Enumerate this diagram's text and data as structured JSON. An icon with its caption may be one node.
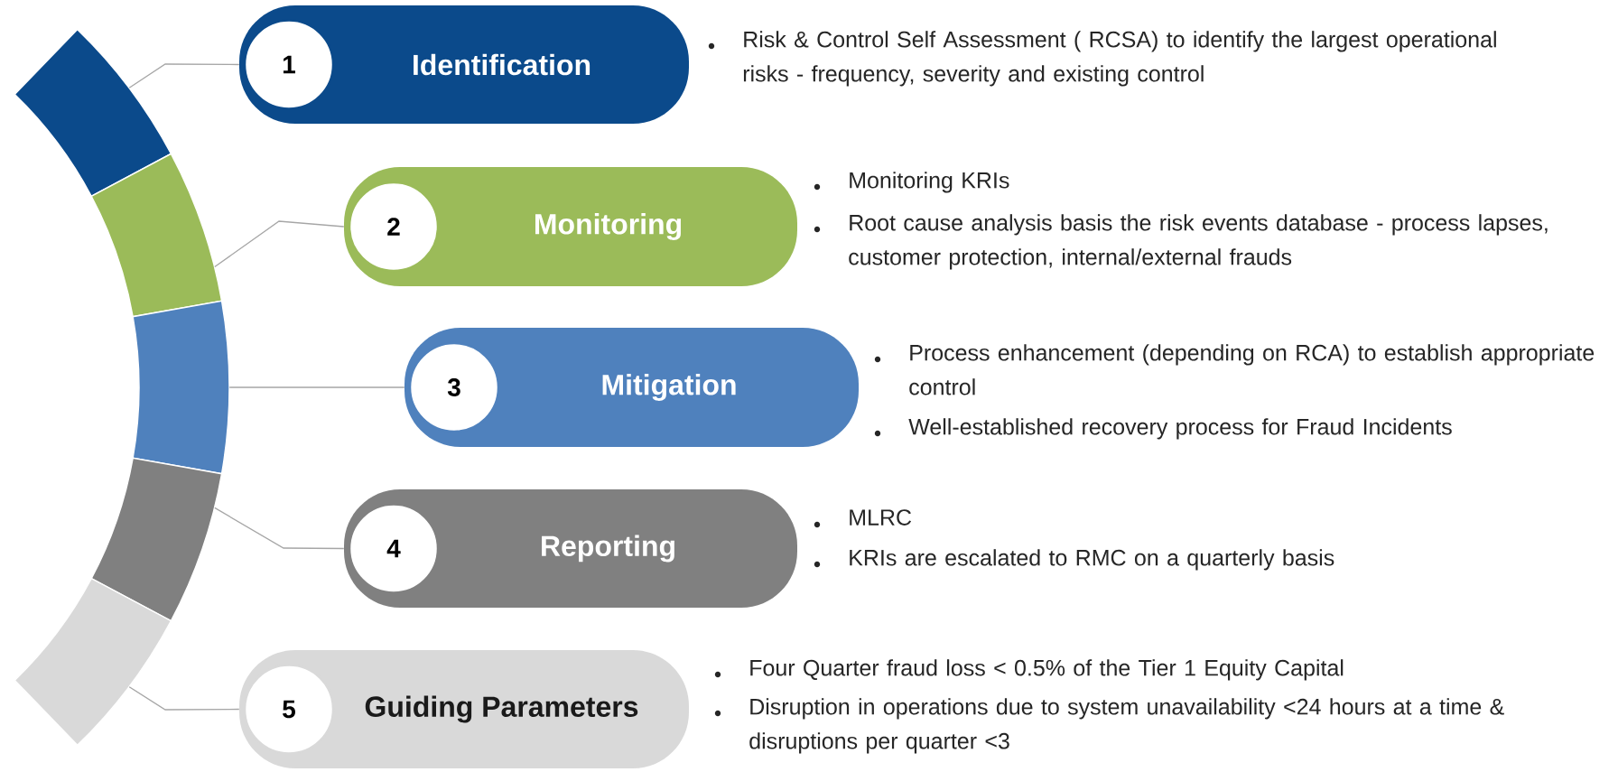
{
  "diagram": {
    "nodes": [
      {
        "text": [],
        "shape": "arc"
      },
      {
        "text": [],
        "shape": "arc"
      },
      {
        "text": [],
        "shape": "arc"
      },
      {
        "text": [],
        "shape": "arc"
      },
      {
        "text": [],
        "shape": "arc"
      },
      {
        "text": [
          "1",
          "Identification"
        ],
        "beside": [
          "Risk & Control Self Assessment ( RCSA) to identify the largest operational risks - frequency, severity and existing control"
        ]
      },
      {
        "text": [
          "2",
          "Monitoring"
        ],
        "beside": [
          "Monitoring KRIs",
          "Root cause analysis basis the risk events database - process lapses, customer protection, internal/external frauds"
        ]
      },
      {
        "text": [
          "3",
          "Mitigation"
        ],
        "beside": [
          "Process enhancement (depending on RCA) to establish appropriate control",
          "Well-established recovery process for Fraud Incidents"
        ]
      },
      {
        "text": [
          "4",
          "Reporting"
        ],
        "beside": [
          "MLRC",
          "KRIs are escalated to RMC on a quarterly basis"
        ]
      },
      {
        "text": [
          "5",
          "Guiding Parameters"
        ],
        "beside": [
          "Four Quarter fraud loss < 0.5% of the Tier 1 Equity Capital",
          "Disruption in operations due to system unavailability <24 hours at a time & disruptions per quarter <3"
        ]
      }
    ],
    "edges": [
      {
        "from": 0,
        "to": 5,
        "arrow": "none"
      },
      {
        "from": 1,
        "to": 6,
        "arrow": "none"
      },
      {
        "from": 2,
        "to": 7,
        "arrow": "none"
      },
      {
        "from": 3,
        "to": 8,
        "arrow": "none"
      },
      {
        "from": 4,
        "to": 9,
        "arrow": "none"
      }
    ]
  }
}
